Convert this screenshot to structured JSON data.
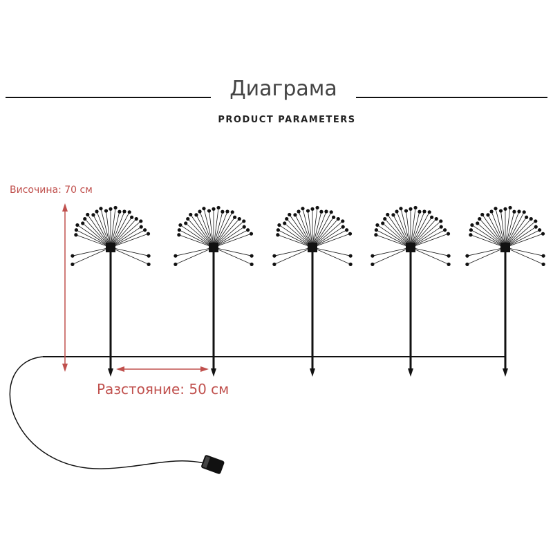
{
  "header": {
    "title": "Диаграма",
    "subtitle": "PRODUCT PARAMETERS"
  },
  "dimensions": {
    "height_label": "Височина: 70 см",
    "distance_label": "Разстояние: 50 см"
  },
  "product": {
    "light_count": 5,
    "rays_per_light": 21
  },
  "colors": {
    "lines": "#111111",
    "dimension": "#c0504d",
    "title": "#444444"
  }
}
